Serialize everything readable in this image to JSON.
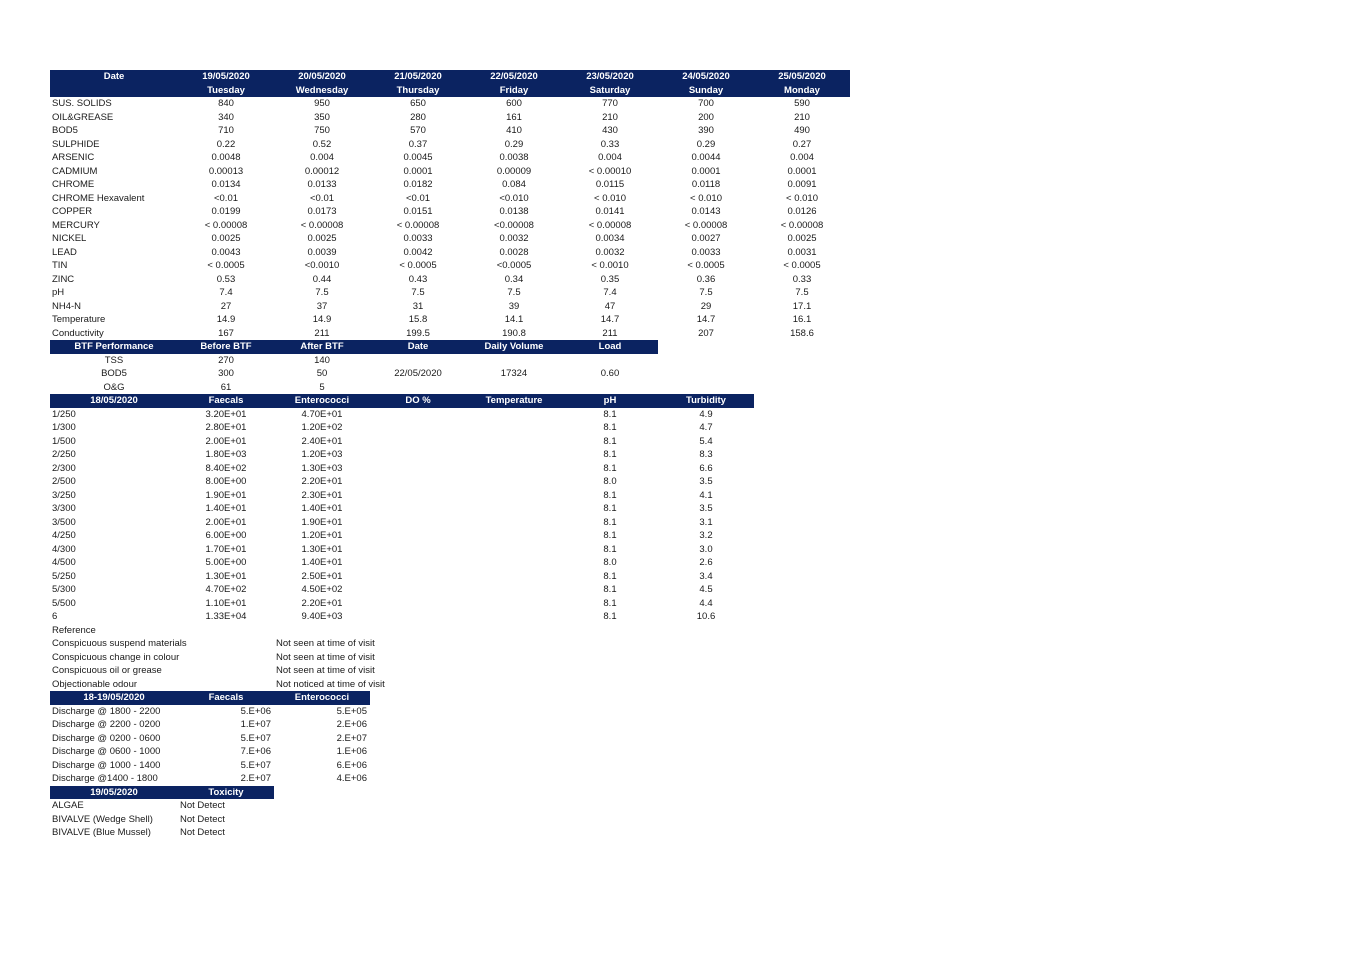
{
  "daily": {
    "header": {
      "label": "Date",
      "columns": [
        {
          "date": "19/05/2020",
          "day": "Tuesday"
        },
        {
          "date": "20/05/2020",
          "day": "Wednesday"
        },
        {
          "date": "21/05/2020",
          "day": "Thursday"
        },
        {
          "date": "22/05/2020",
          "day": "Friday"
        },
        {
          "date": "23/05/2020",
          "day": "Saturday"
        },
        {
          "date": "24/05/2020",
          "day": "Sunday"
        },
        {
          "date": "25/05/2020",
          "day": "Monday"
        }
      ]
    },
    "rows": [
      {
        "name": "SUS. SOLIDS",
        "values": [
          "840",
          "950",
          "650",
          "600",
          "770",
          "700",
          "590"
        ]
      },
      {
        "name": "OIL&GREASE",
        "values": [
          "340",
          "350",
          "280",
          "161",
          "210",
          "200",
          "210"
        ]
      },
      {
        "name": "BOD5",
        "values": [
          "710",
          "750",
          "570",
          "410",
          "430",
          "390",
          "490"
        ]
      },
      {
        "name": "SULPHIDE",
        "values": [
          "0.22",
          "0.52",
          "0.37",
          "0.29",
          "0.33",
          "0.29",
          "0.27"
        ]
      },
      {
        "name": "ARSENIC",
        "values": [
          "0.0048",
          "0.004",
          "0.0045",
          "0.0038",
          "0.004",
          "0.0044",
          "0.004"
        ]
      },
      {
        "name": "CADMIUM",
        "values": [
          "0.00013",
          "0.00012",
          "0.0001",
          "0.00009",
          "< 0.00010",
          "0.0001",
          "0.0001"
        ]
      },
      {
        "name": "CHROME",
        "values": [
          "0.0134",
          "0.0133",
          "0.0182",
          "0.084",
          "0.0115",
          "0.0118",
          "0.0091"
        ]
      },
      {
        "name": "CHROME Hexavalent",
        "values": [
          "<0.01",
          "<0.01",
          "<0.01",
          "<0.010",
          "< 0.010",
          "< 0.010",
          "< 0.010"
        ]
      },
      {
        "name": "COPPER",
        "values": [
          "0.0199",
          "0.0173",
          "0.0151",
          "0.0138",
          "0.0141",
          "0.0143",
          "0.0126"
        ]
      },
      {
        "name": "MERCURY",
        "values": [
          "< 0.00008",
          "< 0.00008",
          "< 0.00008",
          "<0.00008",
          "< 0.00008",
          "< 0.00008",
          "< 0.00008"
        ]
      },
      {
        "name": "NICKEL",
        "values": [
          "0.0025",
          "0.0025",
          "0.0033",
          "0.0032",
          "0.0034",
          "0.0027",
          "0.0025"
        ]
      },
      {
        "name": "LEAD",
        "values": [
          "0.0043",
          "0.0039",
          "0.0042",
          "0.0028",
          "0.0032",
          "0.0033",
          "0.0031"
        ]
      },
      {
        "name": "TIN",
        "values": [
          "< 0.0005",
          "<0.0010",
          "< 0.0005",
          "<0.0005",
          "< 0.0010",
          "< 0.0005",
          "< 0.0005"
        ]
      },
      {
        "name": "ZINC",
        "values": [
          "0.53",
          "0.44",
          "0.43",
          "0.34",
          "0.35",
          "0.36",
          "0.33"
        ]
      },
      {
        "name": "pH",
        "values": [
          "7.4",
          "7.5",
          "7.5",
          "7.5",
          "7.4",
          "7.5",
          "7.5"
        ]
      },
      {
        "name": "NH4-N",
        "values": [
          "27",
          "37",
          "31",
          "39",
          "47",
          "29",
          "17.1"
        ]
      },
      {
        "name": "Temperature",
        "values": [
          "14.9",
          "14.9",
          "15.8",
          "14.1",
          "14.7",
          "14.7",
          "16.1"
        ]
      },
      {
        "name": "Conductivity",
        "values": [
          "167",
          "211",
          "199.5",
          "190.8",
          "211",
          "207",
          "158.6"
        ]
      }
    ]
  },
  "btf": {
    "header": [
      "BTF Performance",
      "Before BTF",
      "After BTF",
      "Date",
      "Daily Volume",
      "Load"
    ],
    "rows": [
      {
        "name": "TSS",
        "before": "270",
        "after": "140",
        "date": "",
        "volume": "",
        "load": ""
      },
      {
        "name": "BOD5",
        "before": "300",
        "after": "50",
        "date": "22/05/2020",
        "volume": "17324",
        "load": "0.60"
      },
      {
        "name": "O&G",
        "before": "61",
        "after": "5",
        "date": "",
        "volume": "",
        "load": ""
      }
    ]
  },
  "bacteria": {
    "header": [
      "18/05/2020",
      "Faecals",
      "Enterococci",
      "DO %",
      "Temperature",
      "pH",
      "Turbidity"
    ],
    "rows": [
      {
        "site": "1/250",
        "faecals": "3.20E+01",
        "entero": "4.70E+01",
        "ph": "8.1",
        "turbidity": "4.9"
      },
      {
        "site": "1/300",
        "faecals": "2.80E+01",
        "entero": "1.20E+02",
        "ph": "8.1",
        "turbidity": "4.7"
      },
      {
        "site": "1/500",
        "faecals": "2.00E+01",
        "entero": "2.40E+01",
        "ph": "8.1",
        "turbidity": "5.4"
      },
      {
        "site": "2/250",
        "faecals": "1.80E+03",
        "entero": "1.20E+03",
        "ph": "8.1",
        "turbidity": "8.3"
      },
      {
        "site": "2/300",
        "faecals": "8.40E+02",
        "entero": "1.30E+03",
        "ph": "8.1",
        "turbidity": "6.6"
      },
      {
        "site": "2/500",
        "faecals": "8.00E+00",
        "entero": "2.20E+01",
        "ph": "8.0",
        "turbidity": "3.5"
      },
      {
        "site": "3/250",
        "faecals": "1.90E+01",
        "entero": "2.30E+01",
        "ph": "8.1",
        "turbidity": "4.1"
      },
      {
        "site": "3/300",
        "faecals": "1.40E+01",
        "entero": "1.40E+01",
        "ph": "8.1",
        "turbidity": "3.5"
      },
      {
        "site": "3/500",
        "faecals": "2.00E+01",
        "entero": "1.90E+01",
        "ph": "8.1",
        "turbidity": "3.1"
      },
      {
        "site": "4/250",
        "faecals": "6.00E+00",
        "entero": "1.20E+01",
        "ph": "8.1",
        "turbidity": "3.2"
      },
      {
        "site": "4/300",
        "faecals": "1.70E+01",
        "entero": "1.30E+01",
        "ph": "8.1",
        "turbidity": "3.0"
      },
      {
        "site": "4/500",
        "faecals": "5.00E+00",
        "entero": "1.40E+01",
        "ph": "8.0",
        "turbidity": "2.6"
      },
      {
        "site": "5/250",
        "faecals": "1.30E+01",
        "entero": "2.50E+01",
        "ph": "8.1",
        "turbidity": "3.4"
      },
      {
        "site": "5/300",
        "faecals": "4.70E+02",
        "entero": "4.50E+02",
        "ph": "8.1",
        "turbidity": "4.5"
      },
      {
        "site": "5/500",
        "faecals": "1.10E+01",
        "entero": "2.20E+01",
        "ph": "8.1",
        "turbidity": "4.4"
      },
      {
        "site": "6",
        "faecals": "1.33E+04",
        "entero": "9.40E+03",
        "ph": "8.1",
        "turbidity": "10.6"
      }
    ]
  },
  "reference": {
    "title": "Reference",
    "rows": [
      {
        "label": "Conspicuous suspend materials",
        "value": "Not seen at time of visit"
      },
      {
        "label": "Conspicuous change in colour",
        "value": "Not seen at time of visit"
      },
      {
        "label": "Conspicuous oil or grease",
        "value": "Not seen at time of visit"
      },
      {
        "label": "Objectionable odour",
        "value": "Not noticed at time of visit"
      }
    ]
  },
  "discharge": {
    "header": [
      "18-19/05/2020",
      "Faecals",
      "Enterococci"
    ],
    "rows": [
      {
        "label": "Discharge @ 1800 - 2200",
        "faecals": "5.E+06",
        "entero": "5.E+05"
      },
      {
        "label": "Discharge @ 2200 - 0200",
        "faecals": "1.E+07",
        "entero": "2.E+06"
      },
      {
        "label": "Discharge @ 0200 - 0600",
        "faecals": "5.E+07",
        "entero": "2.E+07"
      },
      {
        "label": "Discharge @ 0600 - 1000",
        "faecals": "7.E+06",
        "entero": "1.E+06"
      },
      {
        "label": "Discharge @ 1000 - 1400",
        "faecals": "5.E+07",
        "entero": "6.E+06"
      },
      {
        "label": "Discharge @1400 - 1800",
        "faecals": "2.E+07",
        "entero": "4.E+06"
      }
    ]
  },
  "toxicity": {
    "header": [
      "19/05/2020",
      "Toxicity"
    ],
    "rows": [
      {
        "label": "ALGAE",
        "value": "Not Detect"
      },
      {
        "label": "BIVALVE (Wedge Shell)",
        "value": "Not Detect"
      },
      {
        "label": "BIVALVE (Blue Mussel)",
        "value": "Not Detect"
      }
    ]
  },
  "colors": {
    "header_bg": "#0b2361",
    "header_text": "#ffffff"
  }
}
